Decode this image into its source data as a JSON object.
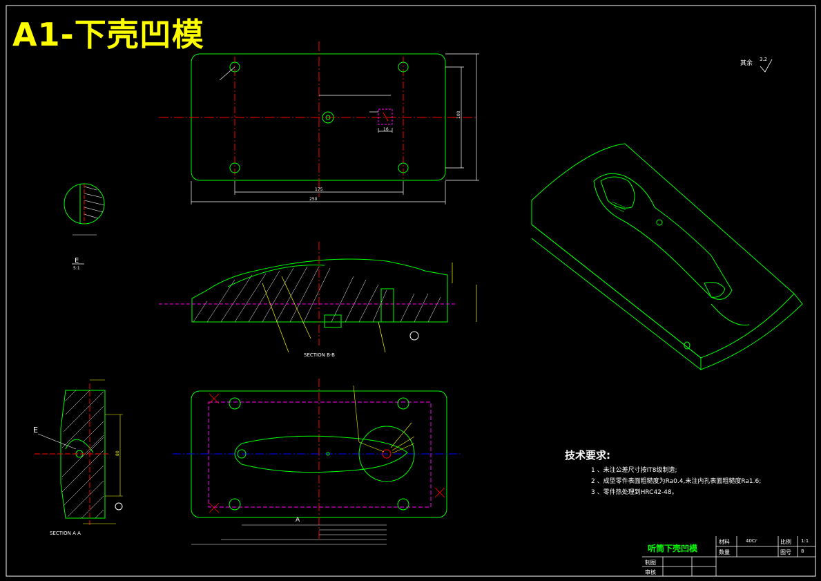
{
  "drawing": {
    "title": "A1-下壳凹模",
    "roughness_note": "其余",
    "roughness_value": "3.2",
    "section_bb": "SECTION B-B",
    "section_aa": "SECTION A  A",
    "detail_label": "E",
    "detail_scale": "5:1",
    "label_e": "E",
    "dim_175": "175",
    "dim_250": "250",
    "dim_100": "100",
    "dim_16": "16",
    "dim_80": "80",
    "colors": {
      "outline": "#00ff00",
      "centerline": "#ff0000",
      "dimension": "#ffff00",
      "hidden": "#ff00ff",
      "hatch": "#ffffff"
    }
  },
  "tech_requirements": {
    "heading": "技术要求:",
    "items": [
      "1 、未注公差尺寸按IT8级制造;",
      "2 、成型零件表面粗糙度为Ra0.4,未注内孔表面粗糙度Ra1.6;",
      "3 、零件热处理到HRC42-48。"
    ]
  },
  "title_block": {
    "part_name": "听筒下壳凹模",
    "material_label": "材料",
    "material_value": "40Cr",
    "scale_label": "比例",
    "scale_value": "1:1",
    "quantity_label": "数量",
    "drawing_no_label": "图号",
    "drawing_no_value": "8",
    "drawn_label": "制图",
    "checked_label": "审核"
  }
}
